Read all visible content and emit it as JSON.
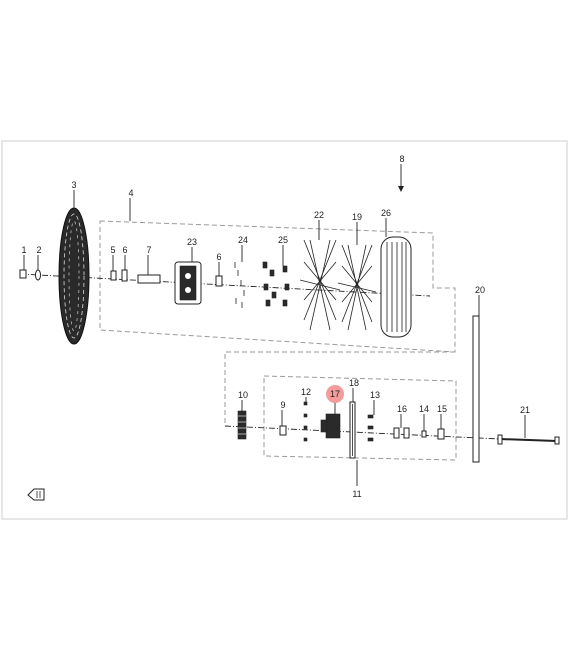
{
  "diagram": {
    "highlight_color": "#f28a8a",
    "highlighted_part": "17",
    "labels": {
      "p1": "1",
      "p2": "2",
      "p3": "3",
      "p4": "4",
      "p5": "5",
      "p6a": "6",
      "p6b": "6",
      "p7": "7",
      "p8": "8",
      "p9": "9",
      "p10": "10",
      "p11": "11",
      "p12": "12",
      "p13": "13",
      "p14": "14",
      "p15": "15",
      "p16": "16",
      "p17": "17",
      "p18": "18",
      "p19": "19",
      "p20": "20",
      "p21": "21",
      "p22": "22",
      "p23": "23",
      "p24": "24",
      "p25": "25",
      "p26": "26"
    }
  }
}
